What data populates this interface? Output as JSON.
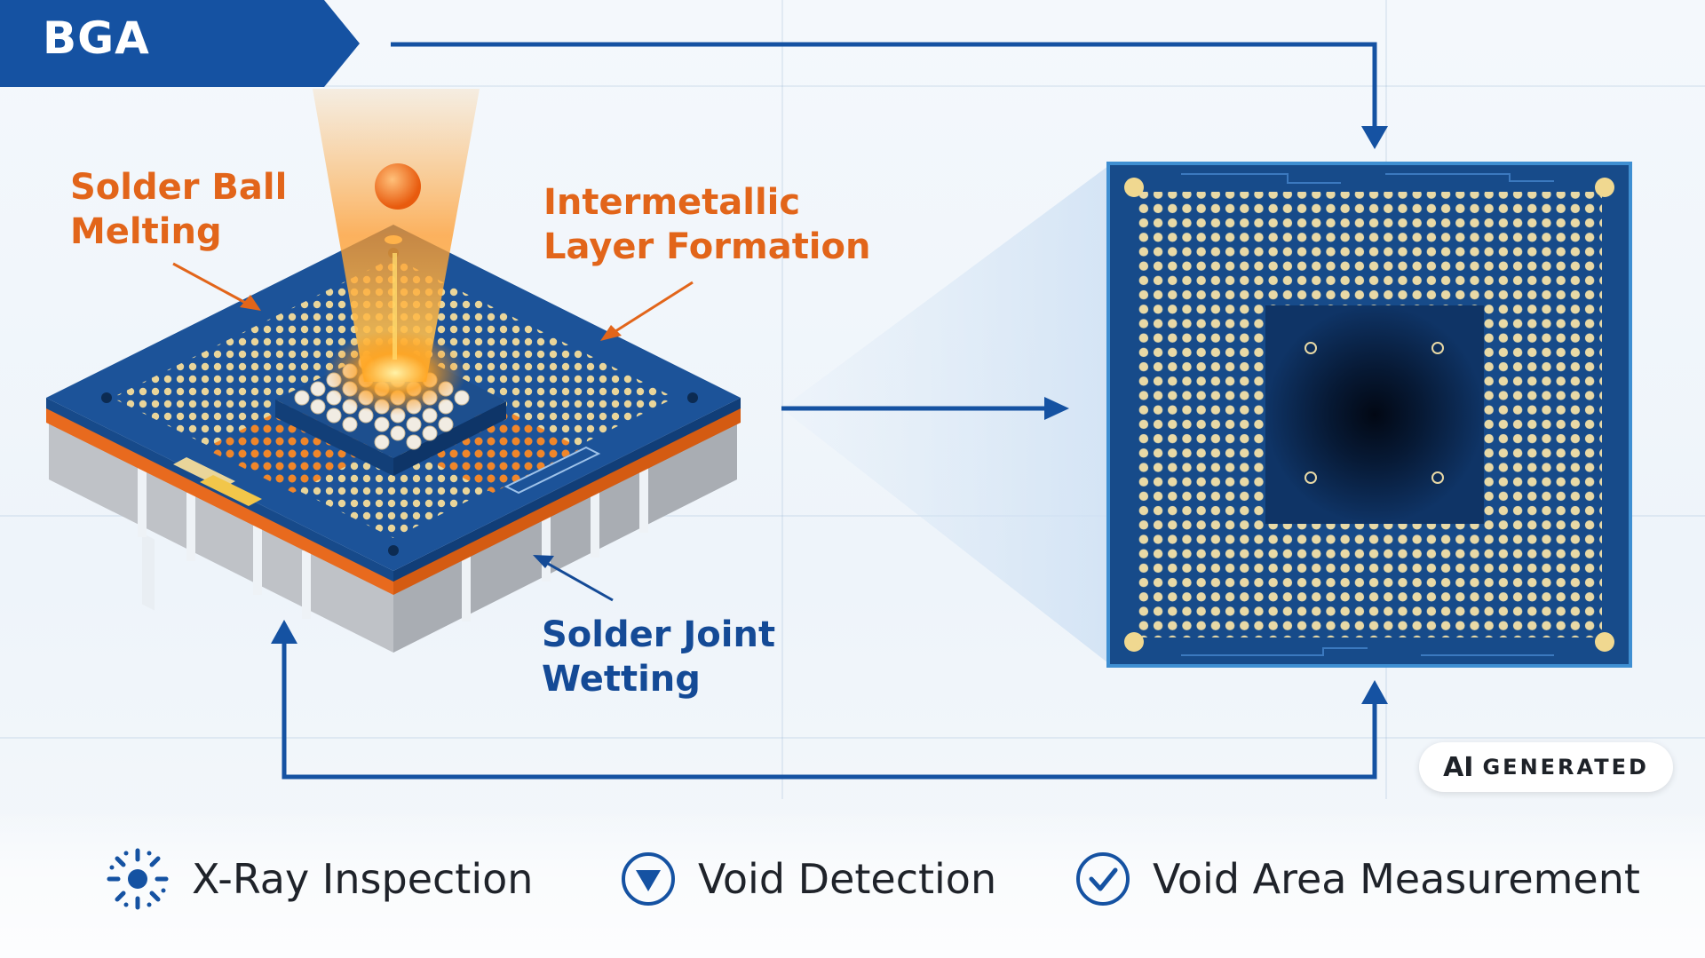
{
  "header": {
    "title": "BGA"
  },
  "labels": {
    "solder_ball_melting": "Solder Ball\nMelting",
    "intermetallic_layer": "Intermetallic\nLayer Formation",
    "solder_joint_wetting": "Solder Joint\nWetting"
  },
  "badge": {
    "ai": "AI",
    "generated": "GENERATED"
  },
  "legend": [
    {
      "icon": "x-ray-burst-icon",
      "label": "X-Ray Inspection"
    },
    {
      "icon": "triangle-circle-icon",
      "label": "Void Detection"
    },
    {
      "icon": "check-circle-icon",
      "label": "Void Area Measurement"
    }
  ],
  "colors": {
    "brand_blue": "#1552a2",
    "accent_orange": "#e2651a",
    "board_blue": "#1c4f8c",
    "pad_gold": "#e8cf8a"
  }
}
